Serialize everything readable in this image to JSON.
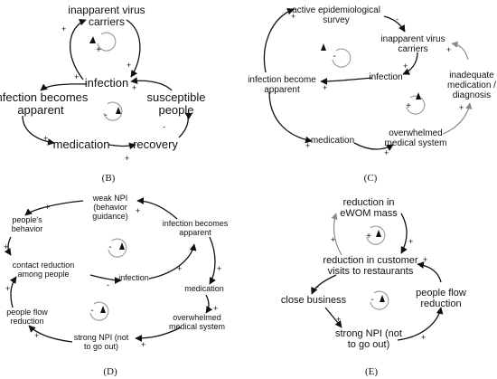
{
  "panels": {
    "B": {
      "caption": "(B)",
      "nodes": {
        "carriers": "inapparent virus carriers",
        "infection": "infection",
        "apparent": "infection becomes apparent",
        "susceptible": "susceptible people",
        "medication": "medication",
        "recovery": "recovery"
      },
      "loops": [
        "+",
        "-"
      ]
    },
    "C": {
      "caption": "(C)",
      "nodes": {
        "survey": "active epidemiological survey",
        "carriers": "inapparent virus carriers",
        "infection": "infection",
        "apparent": "infection become apparent",
        "inadequate": "inadequate medication / diagnosis",
        "medication": "medication",
        "overwhelmed": "overwhelmed medical system"
      },
      "loops": [
        "-",
        "+"
      ]
    },
    "D": {
      "caption": "(D)",
      "nodes": {
        "weak": "weak NPI (behavior guidance)",
        "behavior": "people's behavior",
        "apparent": "infection becomes apparent",
        "contact": "contact reduction among people",
        "infection": "infection",
        "medication": "medication",
        "flow": "people flow reduction",
        "overwhelmed": "overwhelmed medical system",
        "strong": "strong NPI (not to go out)"
      },
      "loops": [
        "-",
        "-"
      ]
    },
    "E": {
      "caption": "(E)",
      "nodes": {
        "ewom": "reduction in eWOM mass",
        "visits": "reduction in customer visits to restaurants",
        "close": "close business",
        "flow": "people flow reduction",
        "strong": "strong NPI (not to go out)"
      },
      "loops": [
        "+",
        "-"
      ]
    }
  },
  "signs": {
    "plus": "+",
    "minus": "-"
  },
  "colors": {
    "ink": "#111111",
    "loop": "#999999",
    "arrow_gray": "#888888"
  }
}
